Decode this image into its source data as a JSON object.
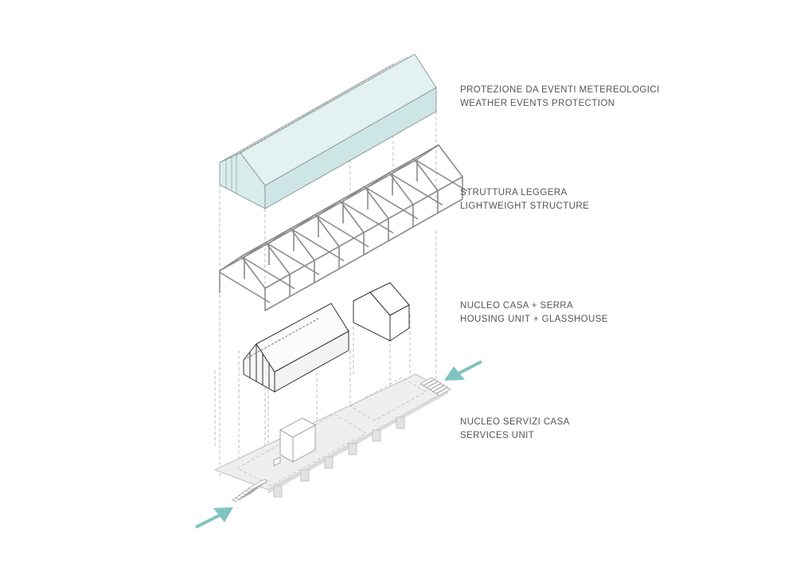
{
  "labels": [
    {
      "it": "PROTEZIONE DA EVENTI METEREOLOGICI",
      "en": "WEATHER EVENTS PROTECTION"
    },
    {
      "it": "STRUTTURA LEGGERA",
      "en": "LIGHTWEIGHT STRUCTURE"
    },
    {
      "it": "NUCLEO CASA + SERRA",
      "en": "HOUSING UNIT + GLASSHOUSE"
    },
    {
      "it": "NUCLEO SERVIZI CASA",
      "en": "SERVICES UNIT"
    }
  ],
  "colors": {
    "roof_fill": "#d9ecec",
    "roof_stroke": "#7d8c8c",
    "frame_stroke": "#8a8a8a",
    "house_stroke": "#333333",
    "platform_fill": "#eeeeee",
    "platform_stroke": "#b5b5b5",
    "guide_stroke": "#aaaaaa",
    "arrow_color": "#7fc4c1",
    "text_color": "#555555"
  },
  "icons": [
    "entry-arrow-icon",
    "entry-arrow-icon"
  ]
}
